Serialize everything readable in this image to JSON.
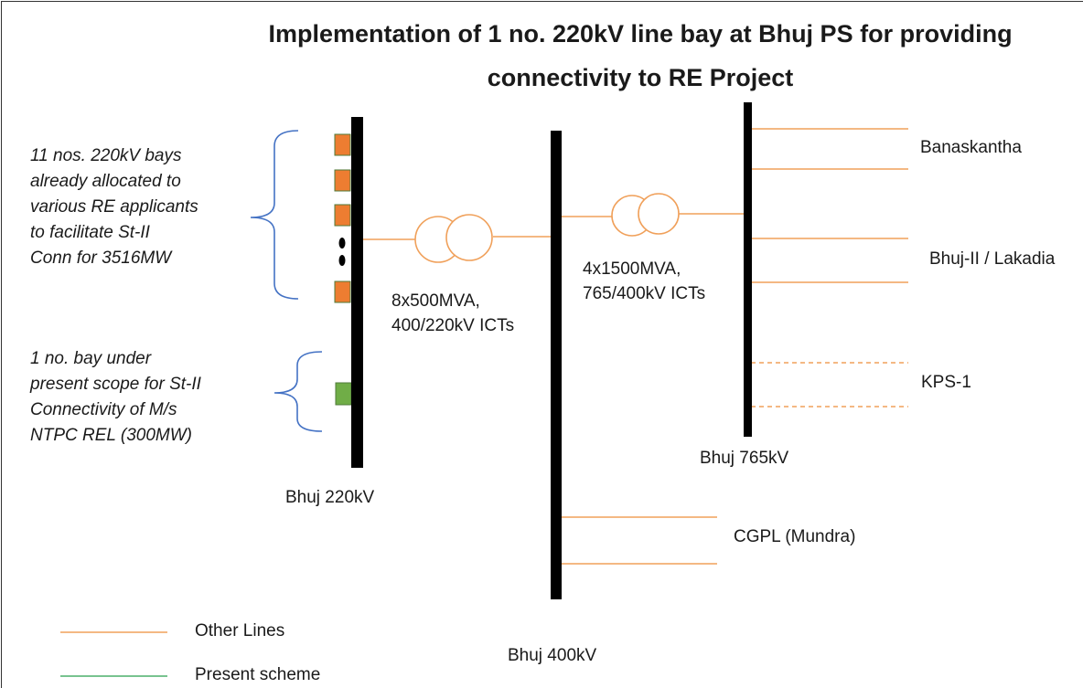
{
  "title": {
    "line1": "Implementation of 1 no. 220kV line bay at Bhuj PS for providing",
    "line2": "connectivity to RE Project"
  },
  "buses": {
    "b220": "Bhuj 220kV",
    "b400": "Bhuj 400kV",
    "b765": "Bhuj 765kV"
  },
  "transformers": {
    "t1": {
      "line1": "8x500MVA,",
      "line2": "400/220kV ICTs"
    },
    "t2": {
      "line1": "4x1500MVA,",
      "line2": "765/400kV ICTs"
    }
  },
  "lines": {
    "banaskantha": "Banaskantha",
    "bhuj2": "Bhuj-II / Lakadia",
    "kps1": "KPS-1",
    "cgpl": "CGPL (Mundra)"
  },
  "notes": {
    "existing": [
      "11 nos. 220kV bays",
      "already allocated to",
      "various RE applicants",
      "to facilitate St-II",
      "Conn for 3516MW"
    ],
    "present": [
      "1 no. bay  under",
      "present scope for St-II",
      "Connectivity of M/s",
      "NTPC REL (300MW)"
    ]
  },
  "legend": {
    "other": "Other Lines",
    "present": "Present scheme"
  },
  "colors": {
    "line": "#f0a05a",
    "bay_existing": "#ed7d31",
    "bay_present": "#70ad47",
    "bay_border": "#4f7a3a",
    "bus": "#000000",
    "brace": "#4472c4",
    "present_scheme": "#4caf6a"
  }
}
